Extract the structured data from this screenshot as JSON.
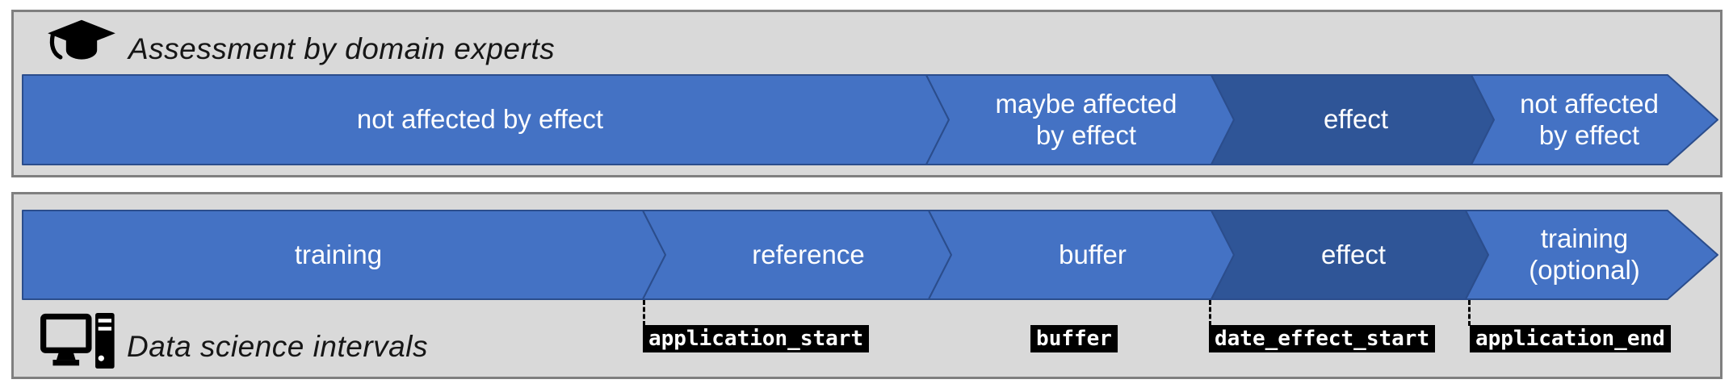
{
  "colors": {
    "light_blue": "#4472C4",
    "dark_blue": "#2F5597",
    "outline": "#2B4D8C",
    "panel_bg": "#D9D9D9",
    "panel_border": "#7F7F7F",
    "label_bg": "#000000",
    "label_fg": "#FFFFFF"
  },
  "expert_panel": {
    "title": "Assessment by domain experts",
    "icon": "graduation-cap-icon",
    "segments": [
      {
        "label": "not affected by effect",
        "tone": "light"
      },
      {
        "label": "maybe affected\nby effect",
        "tone": "light"
      },
      {
        "label": "effect",
        "tone": "dark"
      },
      {
        "label": "not affected\nby effect",
        "tone": "light"
      }
    ]
  },
  "datascience_panel": {
    "title": "Data science intervals",
    "icon": "computer-icon",
    "segments": [
      {
        "label": "training",
        "tone": "light"
      },
      {
        "label": "reference",
        "tone": "light"
      },
      {
        "label": "buffer",
        "tone": "light"
      },
      {
        "label": "effect",
        "tone": "dark"
      },
      {
        "label": "training\n(optional)",
        "tone": "light"
      }
    ],
    "interval_labels": [
      "application_start",
      "buffer",
      "date_effect_start",
      "application_end"
    ]
  }
}
